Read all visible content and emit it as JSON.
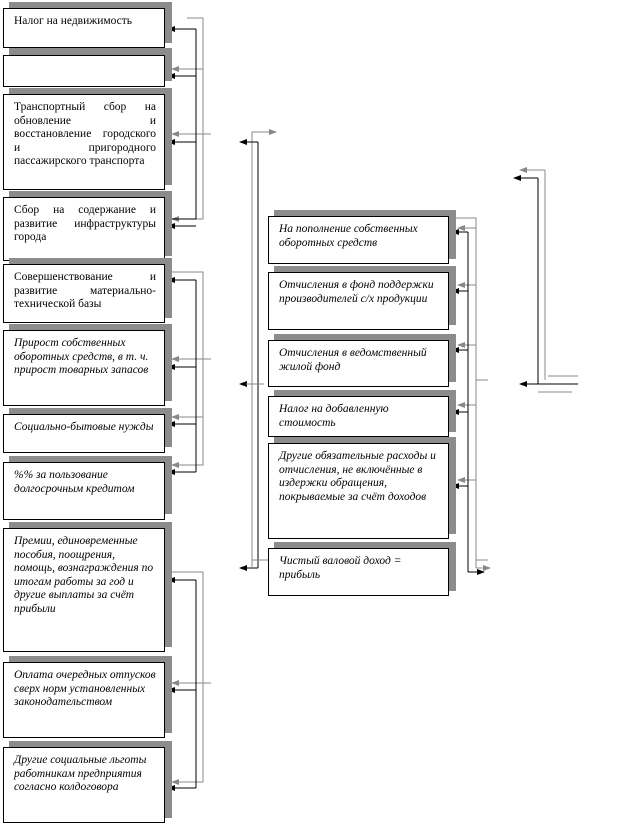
{
  "left_boxes": [
    {
      "text": "Налог на недвижимость"
    },
    {
      "text": ""
    },
    {
      "text": "Транспортный сбор на обновление и восстановление городского и пригородного пассажирского транспорта"
    },
    {
      "text": "Сбор на содержание и развитие инфраструктуры города"
    },
    {
      "text": "Совершенствование и развитие материально-технической базы"
    },
    {
      "text": "Прирост собственных оборотных средств, в т. ч. прирост товарных запасов"
    },
    {
      "text": "Социально-бытовые нужды"
    },
    {
      "text": "%% за пользование долгосрочным кредитом"
    },
    {
      "text": "Премии, единовременные пособия, поощрения, помощь, вознаграждения по итогам работы за год и другие выплаты за счёт прибыли"
    },
    {
      "text": "Оплата очередных отпусков сверх норм установленных законодательством"
    },
    {
      "text": "Другие социальные льготы работникам предприятия согласно колдоговора"
    }
  ],
  "middle_boxes": [
    {
      "text": "На пополнение собственных оборотных средств"
    },
    {
      "text": "Отчисления в фонд поддержки производителей с/х продукции"
    },
    {
      "text": "Отчисления в ведомственный жилой фонд"
    },
    {
      "text": "Налог на добавленную стоимость"
    },
    {
      "text": "Другие обязательные расходы и отчисления, не включённые в издержки обращения, покрываемые за счёт доходов"
    },
    {
      "text": "Чистый валовой доход = прибыль"
    }
  ]
}
